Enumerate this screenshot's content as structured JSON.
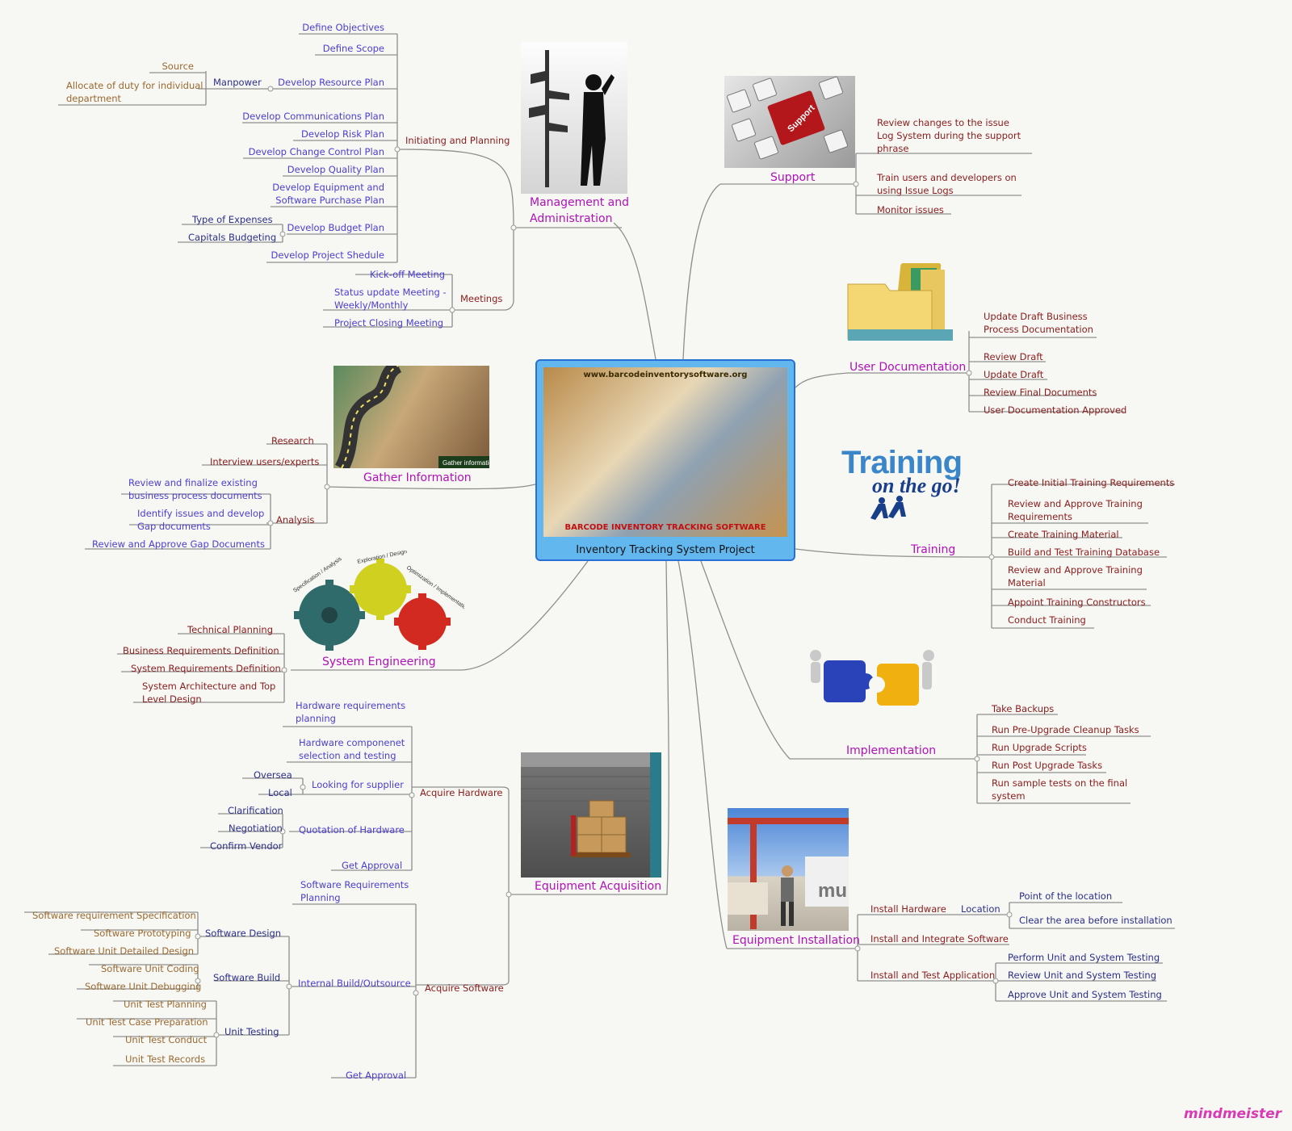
{
  "center": {
    "title": "Inventory Tracking System Project",
    "image_url_text": "www.barcodeinventorysoftware.org",
    "image_banner": "BARCODE INVENTORY TRACKING SOFTWARE"
  },
  "management": {
    "title": "Management and Administration",
    "initiating": "Initiating and Planning",
    "items": [
      "Define Objectives",
      "Define Scope",
      "Develop Resource Plan",
      "Develop Communications Plan",
      "Develop Risk Plan",
      "Develop Change Control Plan",
      "Develop Quality Plan",
      "Develop Equipment and Software Purchase Plan",
      "Develop Budget Plan",
      "Develop Project Shedule"
    ],
    "manpower": "Manpower",
    "manpower_items": [
      "Source",
      "Allocate of duty for individual department"
    ],
    "budget_items": [
      "Type of Expenses",
      "Capitals Budgeting"
    ],
    "meetings": "Meetings",
    "meeting_items": [
      "Kick-off Meeting",
      "Status update Meeting - Weekly/Monthly",
      "Project Closing Meeting"
    ]
  },
  "gather": {
    "title": "Gather Information",
    "image_caption": "Gather information",
    "research": "Research",
    "interview": "Interview users/experts",
    "analysis": "Analysis",
    "analysis_items": [
      "Review and finalize existing business process documents",
      "Identify issues and develop Gap documents",
      "Review and Approve Gap Documents"
    ]
  },
  "sysEng": {
    "title": "System Engineering",
    "gear_labels": [
      "Specification / Analysis",
      "Exploration / Design",
      "Optimization / Implementation"
    ],
    "items": [
      "Technical Planning",
      "Business Requirements Definition",
      "System Requirements Definition",
      "System Architecture and Top Level Design"
    ]
  },
  "equipAcq": {
    "title": "Equipment Acquisition",
    "acquireHardware": "Acquire Hardware",
    "hw_req": "Hardware requirements planning",
    "hw_comp": "Hardware componenet selection and testing",
    "supplier": "Looking for supplier",
    "supplier_items": [
      "Oversea",
      "Local"
    ],
    "quotation": "Quotation of Hardware",
    "quotation_items": [
      "Clarification",
      "Negotiation",
      "Confirm Vendor"
    ],
    "hw_approval": "Get Approval",
    "acquireSoftware": "Acquire Software",
    "sw_req": "Software Requirements Planning",
    "internal": "Internal Build/Outsource",
    "swDesign": "Software Design",
    "swDesign_items": [
      "Software requirement Specification",
      "Software Prototyping",
      "Software Unit Detailed Design"
    ],
    "swBuild": "Software Build",
    "swBuild_items": [
      "Software Unit Coding",
      "Software Unit Debugging"
    ],
    "unitTesting": "Unit Testing",
    "unitTesting_items": [
      "Unit Test Planning",
      "Unit Test Case Preparation",
      "Unit Test Conduct",
      "Unit Test Records"
    ],
    "sw_approval": "Get Approval"
  },
  "support": {
    "title": "Support",
    "key_label": "Support",
    "items": [
      "Review changes to the issue Log System during the support phrase",
      "Train users and developers on using Issue Logs",
      "Monitor issues"
    ]
  },
  "userDoc": {
    "title": "User Documentation",
    "items": [
      "Update Draft Business Process Documentation",
      "Review Draft",
      "Update Draft",
      "Review Final Documents",
      "User Documentation Approved"
    ]
  },
  "training": {
    "title": "Training",
    "logo_line1": "Training",
    "logo_line2": "on the go!",
    "items": [
      "Create Initial Training Requirements",
      "Review and Approve Training Requirements",
      "Create Training Material",
      "Build and Test Training Database",
      "Review and Approve Training Material",
      "Appoint Training Constructors",
      "Conduct Training"
    ]
  },
  "implementation": {
    "title": "Implementation",
    "items": [
      "Take Backups",
      "Run Pre-Upgrade Cleanup Tasks",
      "Run Upgrade Scripts",
      "Run Post Upgrade Tasks",
      "Run sample tests on the final system"
    ]
  },
  "equipInst": {
    "title": "Equipment Installation",
    "installHardware": "Install Hardware",
    "location": "Location",
    "location_items": [
      "Point of the location",
      "Clear the area before installation"
    ],
    "installSoftware": "Install and Integrate Software",
    "installTest": "Install and Test Application",
    "test_items": [
      "Perform Unit and System Testing",
      "Review Unit and System Testing",
      "Approve Unit and System Testing"
    ]
  },
  "footer": {
    "logo": "mindmeister"
  },
  "colors": {
    "main_topic": "#b012b8",
    "subtopic_red": "#8b1c1c",
    "leaf_blue": "#4a3fd0",
    "leaf_brown": "#9a6a30",
    "line": "#8e8e8e",
    "center_border": "#2a6fd6",
    "center_fill": "#62b7ef"
  }
}
